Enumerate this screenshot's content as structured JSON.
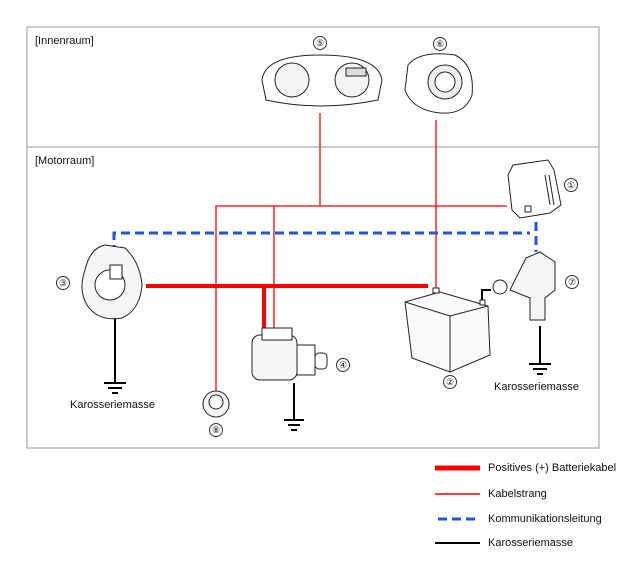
{
  "sections": {
    "interior": "[Innenraum]",
    "engine": "[Motorraum]"
  },
  "components": [
    {
      "num": "①",
      "icon": "ecu-icon"
    },
    {
      "num": "②",
      "icon": "battery-icon"
    },
    {
      "num": "③",
      "icon": "alternator-icon"
    },
    {
      "num": "④",
      "icon": "starter-motor-icon"
    },
    {
      "num": "⑤",
      "icon": "instrument-cluster-icon"
    },
    {
      "num": "⑥",
      "icon": "start-button-icon"
    },
    {
      "num": "⑦",
      "icon": "battery-sensor-icon"
    },
    {
      "num": "⑧",
      "icon": "sensor-icon"
    }
  ],
  "ground_labels": [
    "Karosseriemasse",
    "Karosseriemasse"
  ],
  "legend": [
    {
      "label": "Positives (+) Batteriekabel",
      "color": "#ff0000",
      "style": "thick"
    },
    {
      "label": "Kabelstrang",
      "color": "#ff0000",
      "style": "thin"
    },
    {
      "label": "Kommunikationsleitung",
      "color": "#2255dd",
      "style": "dashed"
    },
    {
      "label": "Karosseriemasse",
      "color": "#000000",
      "style": "solid"
    }
  ]
}
